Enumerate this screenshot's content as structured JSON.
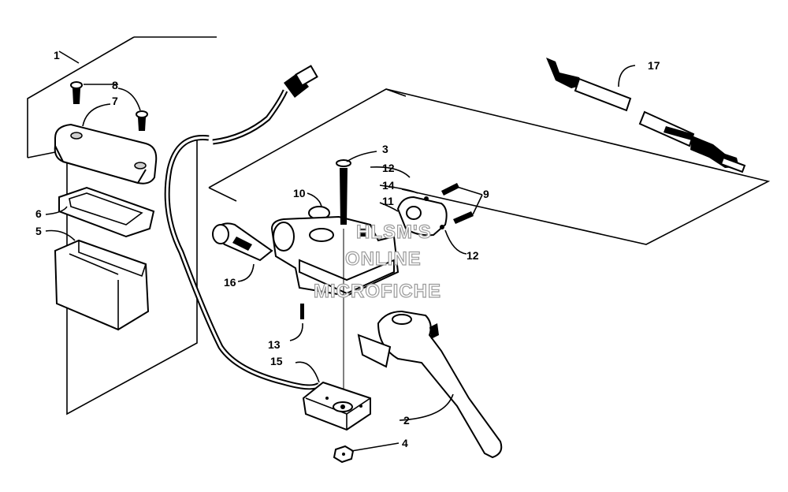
{
  "diagram": {
    "callouts": [
      {
        "id": "c1",
        "label": "1"
      },
      {
        "id": "c2",
        "label": "2"
      },
      {
        "id": "c3",
        "label": "3"
      },
      {
        "id": "c4",
        "label": "4"
      },
      {
        "id": "c5",
        "label": "5"
      },
      {
        "id": "c6",
        "label": "6"
      },
      {
        "id": "c7",
        "label": "7"
      },
      {
        "id": "c8",
        "label": "8"
      },
      {
        "id": "c9",
        "label": "9"
      },
      {
        "id": "c10",
        "label": "10"
      },
      {
        "id": "c11",
        "label": "11"
      },
      {
        "id": "c12a",
        "label": "12"
      },
      {
        "id": "c12b",
        "label": "12"
      },
      {
        "id": "c13",
        "label": "13"
      },
      {
        "id": "c14",
        "label": "14"
      },
      {
        "id": "c15",
        "label": "15"
      },
      {
        "id": "c16",
        "label": "16"
      },
      {
        "id": "c17",
        "label": "17"
      }
    ]
  },
  "watermark": {
    "line1": "HLSM'S",
    "line2": "ONLINE",
    "line3": "MICROFICHE"
  }
}
